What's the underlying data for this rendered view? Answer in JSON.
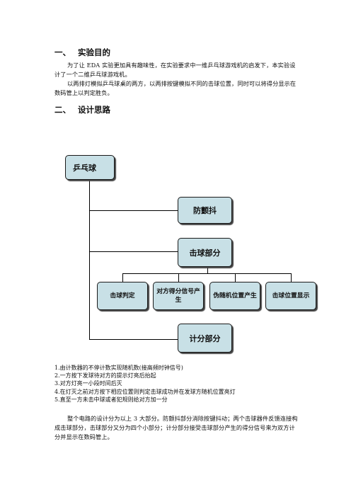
{
  "section1": {
    "num": "一、",
    "title": "实验目的"
  },
  "para1": "为了让 EDA 实验更加具有趣味性，在实验要求中一维乒乓球游戏机的启发下，本实验设计了一个二维乒乓球游戏机。",
  "para2": "以两排灯模拟乒乓球桌的两方，以两排按键模拟不同的击球位置，同时可以将得分显示在数码管上以判定胜负。",
  "section2": {
    "num": "二、",
    "title": "设计思路"
  },
  "diagram": {
    "root": "乒乓球",
    "debounce": "防颤抖",
    "hit": "击球部分",
    "sub1": "击球判定",
    "sub2": "对方得分信号产生",
    "sub3": "伪随机位置产生",
    "sub4": "击球位置显示",
    "score": "计分部分"
  },
  "list": [
    "1.由计数器的不停计数实现随机数(接高频时钟信号)",
    "2.一方按下发球待对方的提示灯亮后抬起",
    "3.对方灯亮一小段时间后灭",
    "4.在灯灭之前对方按下相应位置则判定击球成功并在发球方随机位置亮灯",
    "5.直至一方未击中球或者犯规则给对方加一分"
  ],
  "para3": "整个电路的设计分为以上 3 大部分。防颤抖部分消除按键抖动；两个击球器件反馈连接构成击球部分，击球部分又分为四个小部分；计分部分接受击球部分产生的得分信号来为双方计分并显示在数码管上。"
}
